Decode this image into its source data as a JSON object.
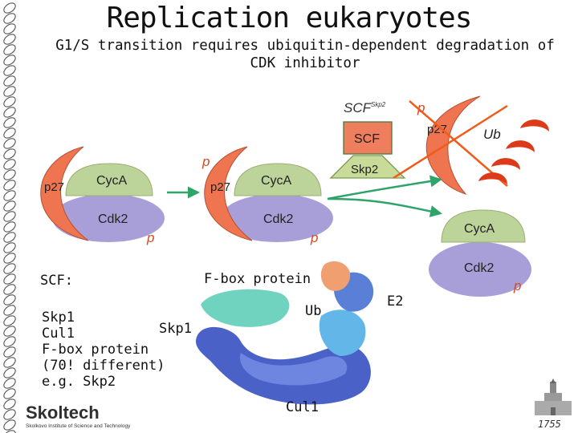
{
  "title": "Replication eukaryotes",
  "subtitle": "G1/S transition requires ubiquitin-dependent degradation of CDK inhibitor",
  "diagram": {
    "p27": "p27",
    "cyca": "CycA",
    "cdk2": "Cdk2",
    "p": "p",
    "scf_complex": "SCF",
    "scf_superscript": "Skp2",
    "scf_box": "SCF",
    "skp2": "Skp2",
    "ub": "Ub"
  },
  "structure": {
    "scf_heading": "SCF:",
    "fbox_label": "F-box protein",
    "ub_label": "Ub",
    "e2_label": "E2",
    "skp1_label": "Skp1",
    "cul1_label": "Cul1",
    "components": [
      "Skp1",
      "Cul1",
      "F-box protein",
      "(70! different)",
      "e.g. Skp2"
    ]
  },
  "footer": {
    "logo": "Skoltech",
    "logo_subtitle": "Skolkovo Institute of Science and Technology",
    "year": "1755"
  },
  "colors": {
    "p27": "#ef7450",
    "cyca": "#bcd39a",
    "cdk2": "#a89fd8",
    "ub": "#dd3a1a",
    "arrow": "#2ea36a",
    "cross": "#f25a1a",
    "scf_box": "#ef7e5e",
    "skp2": "#c9db98",
    "phospho": "#d84a20",
    "ornament": "#555555"
  }
}
